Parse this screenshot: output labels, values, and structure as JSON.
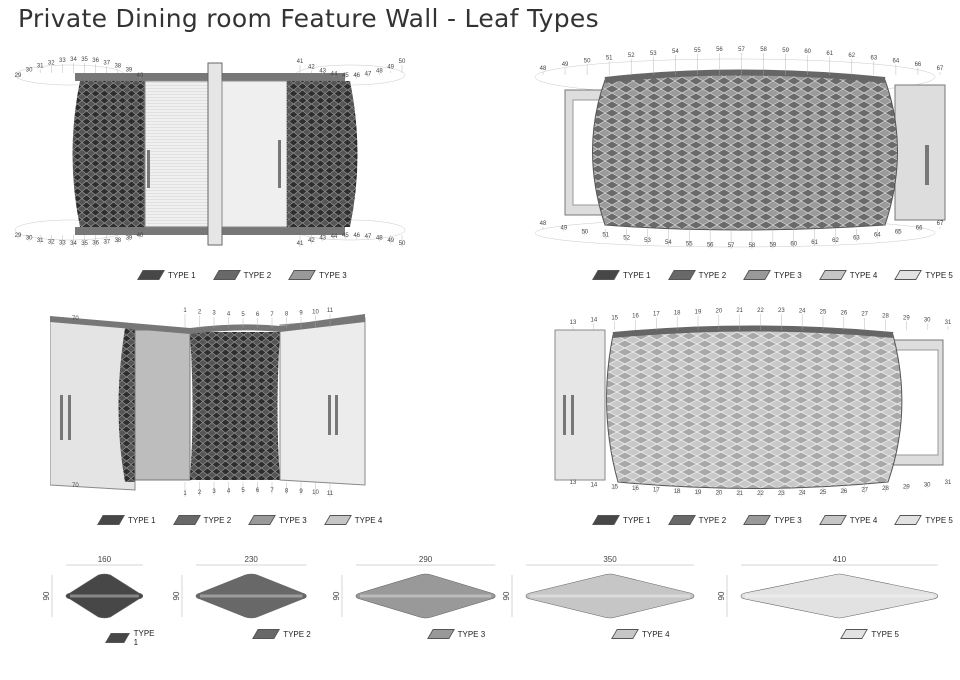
{
  "title": "Private Dining room Feature Wall - Leaf Types",
  "type_colors": {
    "TYPE 1": "#474747",
    "TYPE 2": "#686868",
    "TYPE 3": "#999999",
    "TYPE 4": "#c6c6c6",
    "TYPE 5": "#e2e2e2"
  },
  "panels": [
    {
      "labels_top_left": [
        "29",
        "30",
        "31",
        "32",
        "33",
        "34",
        "35",
        "36",
        "37",
        "38",
        "39",
        "40"
      ],
      "labels_top_right": [
        "41",
        "42",
        "43",
        "44",
        "45",
        "46",
        "47",
        "48",
        "49",
        "50"
      ],
      "labels_bottom_left": [
        "29",
        "30",
        "31",
        "32",
        "33",
        "34",
        "35",
        "36",
        "37",
        "38",
        "39",
        "40"
      ],
      "labels_bottom_right": [
        "41",
        "42",
        "43",
        "44",
        "45",
        "46",
        "47",
        "48",
        "49",
        "50"
      ],
      "legend": [
        "TYPE 1",
        "TYPE 2",
        "TYPE 3"
      ]
    },
    {
      "labels_top": [
        "48",
        "49",
        "50",
        "51",
        "52",
        "53",
        "54",
        "55",
        "56",
        "57",
        "58",
        "59",
        "60",
        "61",
        "62",
        "63",
        "64",
        "66",
        "67"
      ],
      "labels_bottom": [
        "48",
        "49",
        "50",
        "51",
        "52",
        "53",
        "54",
        "55",
        "56",
        "57",
        "58",
        "59",
        "60",
        "61",
        "62",
        "63",
        "64",
        "65",
        "66",
        "67"
      ],
      "legend": [
        "TYPE 1",
        "TYPE 2",
        "TYPE 3",
        "TYPE 4",
        "TYPE 5"
      ]
    },
    {
      "label_left": "70",
      "labels_top": [
        "1",
        "2",
        "3",
        "4",
        "5",
        "6",
        "7",
        "8",
        "9",
        "10",
        "11"
      ],
      "labels_bottom": [
        "1",
        "2",
        "3",
        "4",
        "5",
        "6",
        "7",
        "8",
        "9",
        "10",
        "11"
      ],
      "legend": [
        "TYPE 1",
        "TYPE 2",
        "TYPE 3",
        "TYPE 4"
      ]
    },
    {
      "labels_top": [
        "13",
        "14",
        "15",
        "16",
        "17",
        "18",
        "19",
        "20",
        "21",
        "22",
        "23",
        "24",
        "25",
        "26",
        "27",
        "28",
        "29",
        "30",
        "31"
      ],
      "labels_bottom": [
        "13",
        "14",
        "15",
        "16",
        "17",
        "18",
        "19",
        "20",
        "21",
        "22",
        "23",
        "24",
        "25",
        "26",
        "27",
        "28",
        "29",
        "30",
        "31"
      ],
      "legend": [
        "TYPE 1",
        "TYPE 2",
        "TYPE 3",
        "TYPE 4",
        "TYPE 5"
      ]
    }
  ],
  "leaves": [
    {
      "type": "TYPE 1",
      "width": "160",
      "height": "90"
    },
    {
      "type": "TYPE 2",
      "width": "230",
      "height": "90"
    },
    {
      "type": "TYPE 3",
      "width": "290",
      "height": "90"
    },
    {
      "type": "TYPE 4",
      "width": "350",
      "height": "90"
    },
    {
      "type": "TYPE 5",
      "width": "410",
      "height": "90"
    }
  ]
}
